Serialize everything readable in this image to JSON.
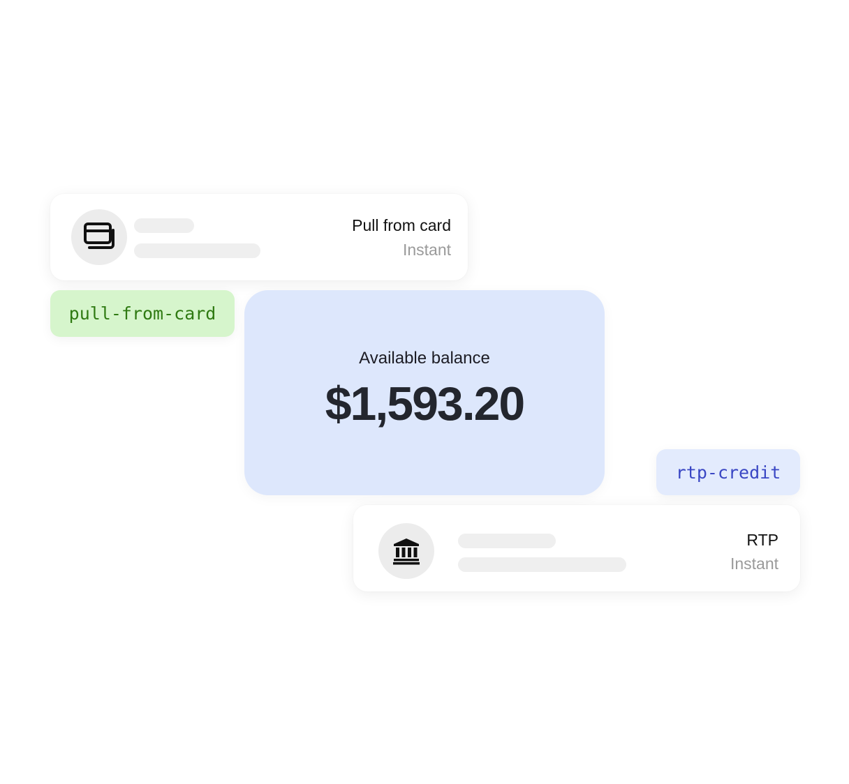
{
  "pull_card": {
    "icon": "card-stack-icon",
    "title": "Pull from card",
    "subtitle": "Instant"
  },
  "pull_tag": {
    "label": "pull-from-card",
    "bg_color": "#d6f5cc",
    "text_color": "#2f7a12"
  },
  "balance": {
    "label": "Available balance",
    "amount": "$1,593.20",
    "bg_color": "#dde7fc"
  },
  "rtp_tag": {
    "label": "rtp-credit",
    "bg_color": "#e3ebfd",
    "text_color": "#3a47c4"
  },
  "rtp_card": {
    "icon": "bank-icon",
    "title": "RTP",
    "subtitle": "Instant"
  }
}
